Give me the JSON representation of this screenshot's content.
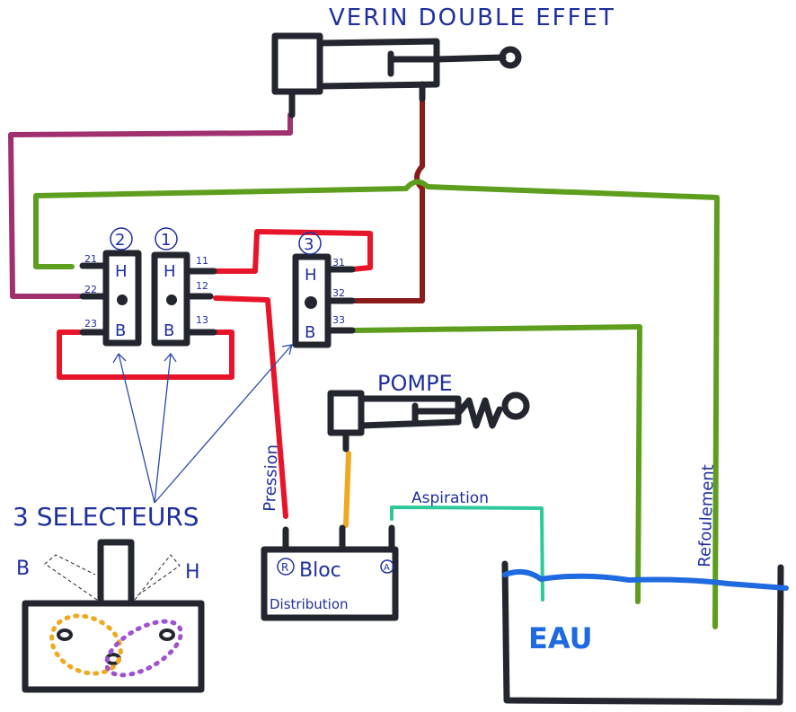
{
  "title": "VERIN DOUBLE EFFET",
  "pump_label": "POMPE",
  "selectors_label": "3 SELECTEURS",
  "selector_positions": {
    "left": "B",
    "right": "H"
  },
  "selectors": [
    {
      "id": "2",
      "number_label": "2",
      "top_label": "H",
      "bottom_label": "B",
      "ports": [
        "21",
        "22",
        "23"
      ]
    },
    {
      "id": "1",
      "number_label": "1",
      "top_label": "H",
      "bottom_label": "B",
      "ports": [
        "11",
        "12",
        "13"
      ]
    },
    {
      "id": "3",
      "number_label": "3",
      "top_label": "H",
      "bottom_label": "B",
      "ports": [
        "31",
        "32",
        "33"
      ]
    }
  ],
  "distribution_block": {
    "line1": "Bloc",
    "line2": "Distribution",
    "port_r": "R",
    "port_a": "A"
  },
  "tank_label": "EAU",
  "line_labels": {
    "pressure": "Pression",
    "suction": "Aspiration",
    "discharge": "Refoulement"
  },
  "colors": {
    "pressure": "#e8142a",
    "cylinder_rod": "#8b1a1a",
    "cylinder_head": "#a0306e",
    "discharge": "#5e9e1e",
    "suction": "#2ec99a",
    "pump": "#f0a820",
    "water": "#1f6ae0",
    "ink": "#1f2f9e",
    "body": "#23262e"
  }
}
